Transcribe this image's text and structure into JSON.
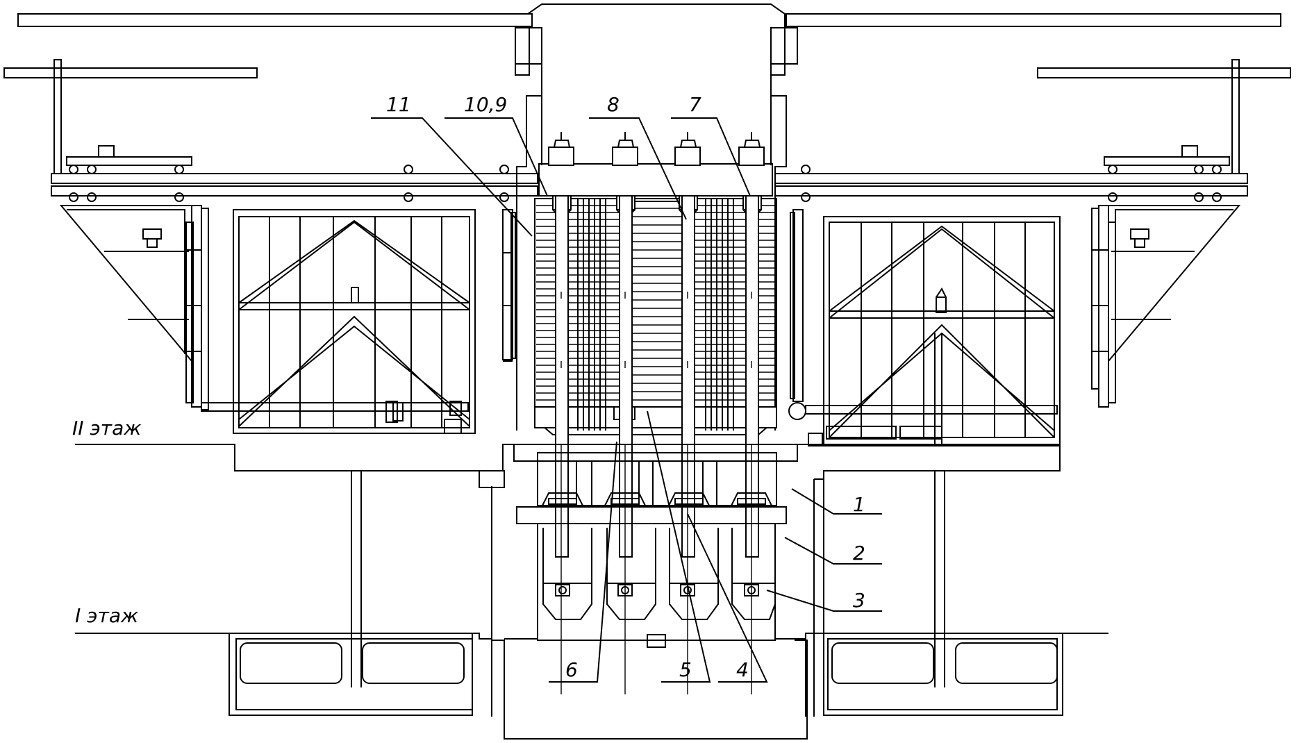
{
  "drawing": {
    "stroke_color": "#000000",
    "background": "#ffffff",
    "floor_labels": {
      "second": "II этаж",
      "first": "I этаж"
    },
    "callouts": {
      "c1": "1",
      "c2": "2",
      "c3": "3",
      "c4": "4",
      "c5": "5",
      "c6": "6",
      "c7": "7",
      "c8": "8",
      "c109": "10,9",
      "c11": "11"
    }
  }
}
